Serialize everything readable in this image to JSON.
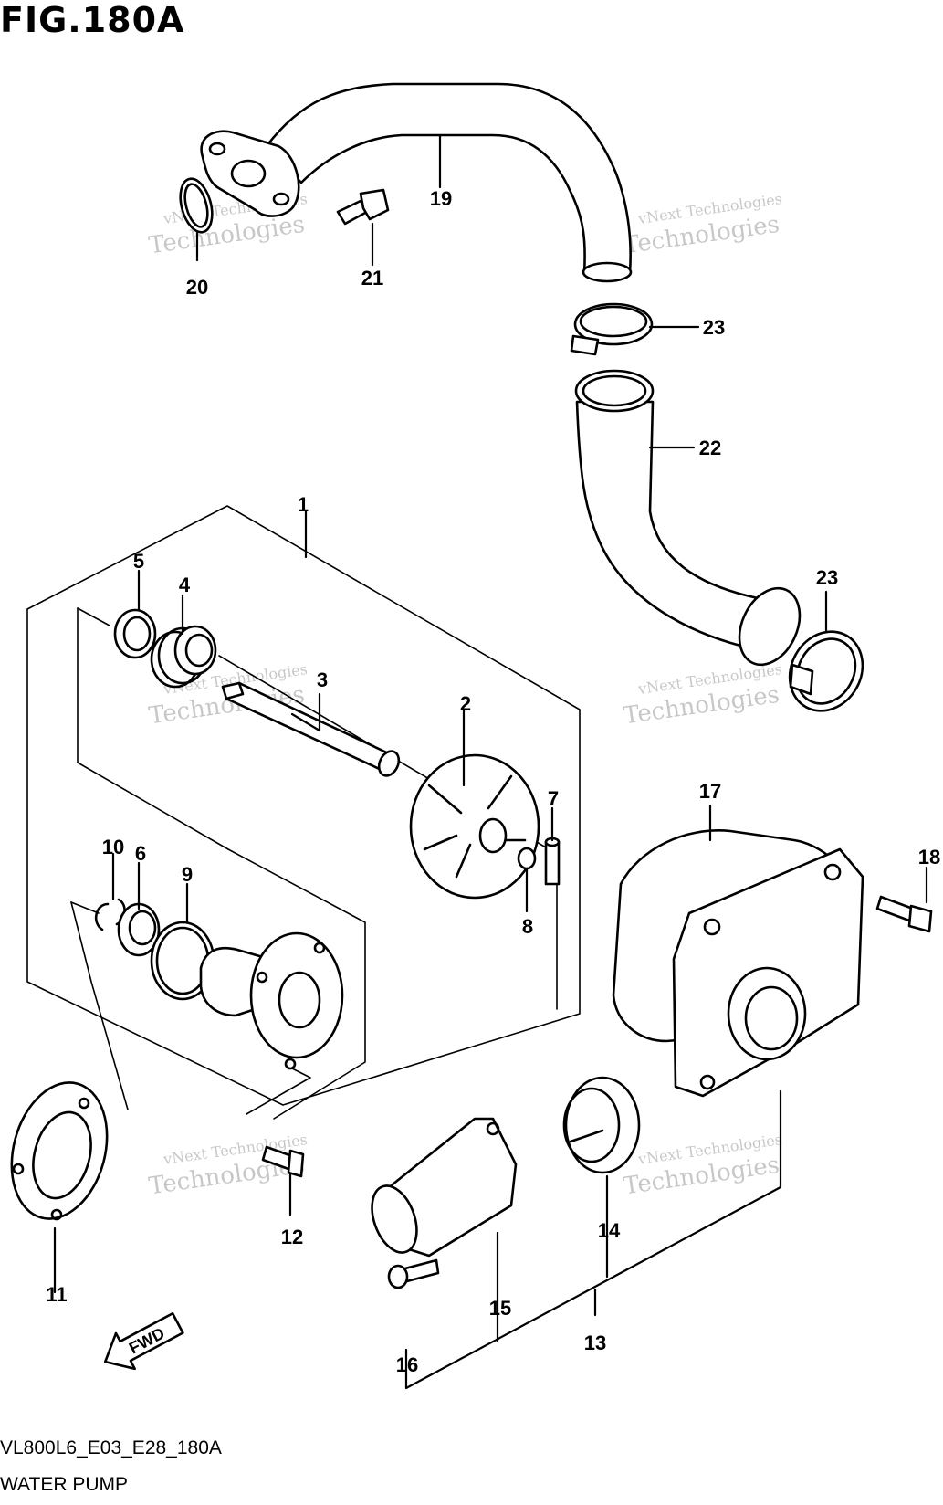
{
  "figure_title": "FIG.180A",
  "diagram_code": "VL800L6_E03_E28_180A",
  "caption": "WATER PUMP",
  "fwd_label": "FWD",
  "watermark": {
    "line1": "vNext Technologies",
    "line2": "Technologies"
  },
  "callouts": [
    {
      "num": "1"
    },
    {
      "num": "2"
    },
    {
      "num": "3"
    },
    {
      "num": "4"
    },
    {
      "num": "5"
    },
    {
      "num": "6"
    },
    {
      "num": "7"
    },
    {
      "num": "8"
    },
    {
      "num": "9"
    },
    {
      "num": "10"
    },
    {
      "num": "11"
    },
    {
      "num": "12"
    },
    {
      "num": "13"
    },
    {
      "num": "14"
    },
    {
      "num": "15"
    },
    {
      "num": "16"
    },
    {
      "num": "17"
    },
    {
      "num": "18"
    },
    {
      "num": "19"
    },
    {
      "num": "20"
    },
    {
      "num": "21"
    },
    {
      "num": "22"
    },
    {
      "num": "23"
    },
    {
      "num": "23"
    }
  ]
}
